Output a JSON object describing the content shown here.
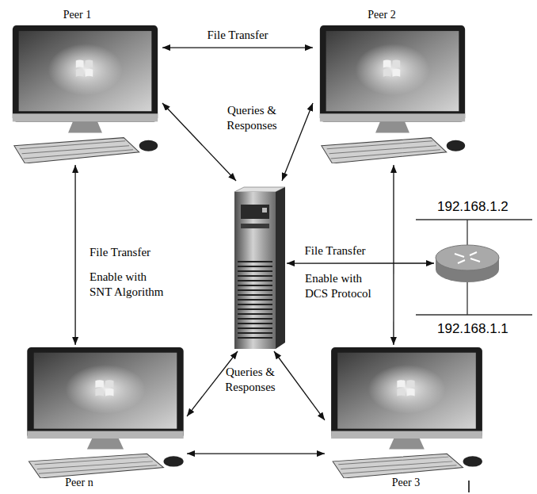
{
  "diagram": {
    "nodes": [
      {
        "text": [
          "Peer 1"
        ]
      },
      {
        "text": [
          "Peer 2"
        ]
      },
      {
        "text": []
      },
      {
        "text": []
      },
      {
        "text": [
          "Peer n"
        ]
      },
      {
        "text": [
          "Peer 3"
        ]
      }
    ],
    "edges": [
      {
        "from": 0,
        "to": 1,
        "arrow": "both",
        "label": "File Transfer"
      },
      {
        "from": 0,
        "to": 2,
        "arrow": "both"
      },
      {
        "from": 1,
        "to": 2,
        "arrow": "both"
      },
      {
        "from": 0,
        "to": 4,
        "arrow": "both"
      },
      {
        "from": 1,
        "to": 5,
        "arrow": "both"
      },
      {
        "from": 2,
        "to": 3,
        "arrow": "both",
        "label": "File Transfer"
      },
      {
        "from": 4,
        "to": 2,
        "arrow": "both"
      },
      {
        "from": 5,
        "to": 2,
        "arrow": "both"
      },
      {
        "from": 4,
        "to": 5,
        "arrow": "both"
      }
    ],
    "labels": [
      "Queries & Responses",
      "File Transfer",
      "Enable with SNT Algorithm",
      "Enable with DCS Protocol",
      "192.168.1.2",
      "192.168.1.1",
      "Queries & Responses"
    ]
  }
}
